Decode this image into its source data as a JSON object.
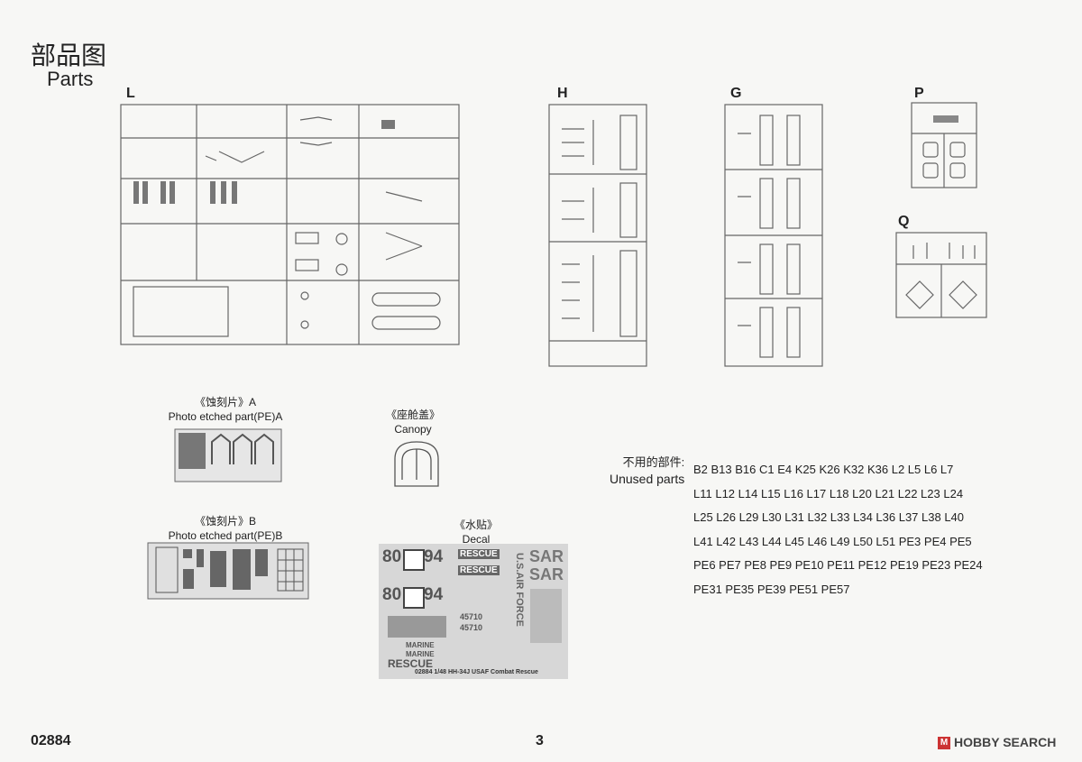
{
  "header": {
    "title_cn": "部品图",
    "title_en": "Parts"
  },
  "sprues": {
    "L": "L",
    "H": "H",
    "G": "G",
    "P": "P",
    "Q": "Q"
  },
  "pe_a": {
    "cn": "《蚀刻片》A",
    "en": "Photo etched part(PE)A"
  },
  "canopy": {
    "cn": "《座舱盖》",
    "en": "Canopy"
  },
  "pe_b": {
    "cn": "《蚀刻片》B",
    "en": "Photo etched part(PE)B"
  },
  "decal": {
    "cn": "《水贴》",
    "en": "Decal",
    "code_1": "80",
    "code_2": "94",
    "code_3": "80",
    "code_4": "94",
    "rescue_1": "RESCUE",
    "rescue_2": "RESCUE",
    "rescue_3": "RESCUE",
    "sar_1": "SAR",
    "sar_2": "SAR",
    "usaf": "U.S.AIR FORCE",
    "serial_1": "45710",
    "serial_2": "45710",
    "marine_1": "MARINE",
    "marine_2": "MARINE",
    "footer": "02884 1/48  HH-34J USAF Combat Rescue"
  },
  "unused": {
    "head_cn": "不用的部件:",
    "head_en": "Unused parts",
    "lines": [
      "B2 B13 B16 C1 E4 K25 K26 K32 K36 L2 L5 L6 L7",
      "L11 L12 L14 L15 L16 L17 L18 L20 L21 L22 L23 L24",
      "L25 L26 L29 L30 L31 L32 L33 L34 L36 L37 L38 L40",
      "L41 L42 L43 L44 L45 L46 L49 L50 L51 PE3 PE4 PE5",
      "PE6 PE7 PE8 PE9 PE10 PE11 PE12 PE19 PE23 PE24",
      "PE31 PE35 PE39 PE51 PE57"
    ]
  },
  "footer": {
    "code": "02884",
    "page": "3",
    "watermark": "HOBBY SEARCH",
    "watermark_mark": "M"
  }
}
